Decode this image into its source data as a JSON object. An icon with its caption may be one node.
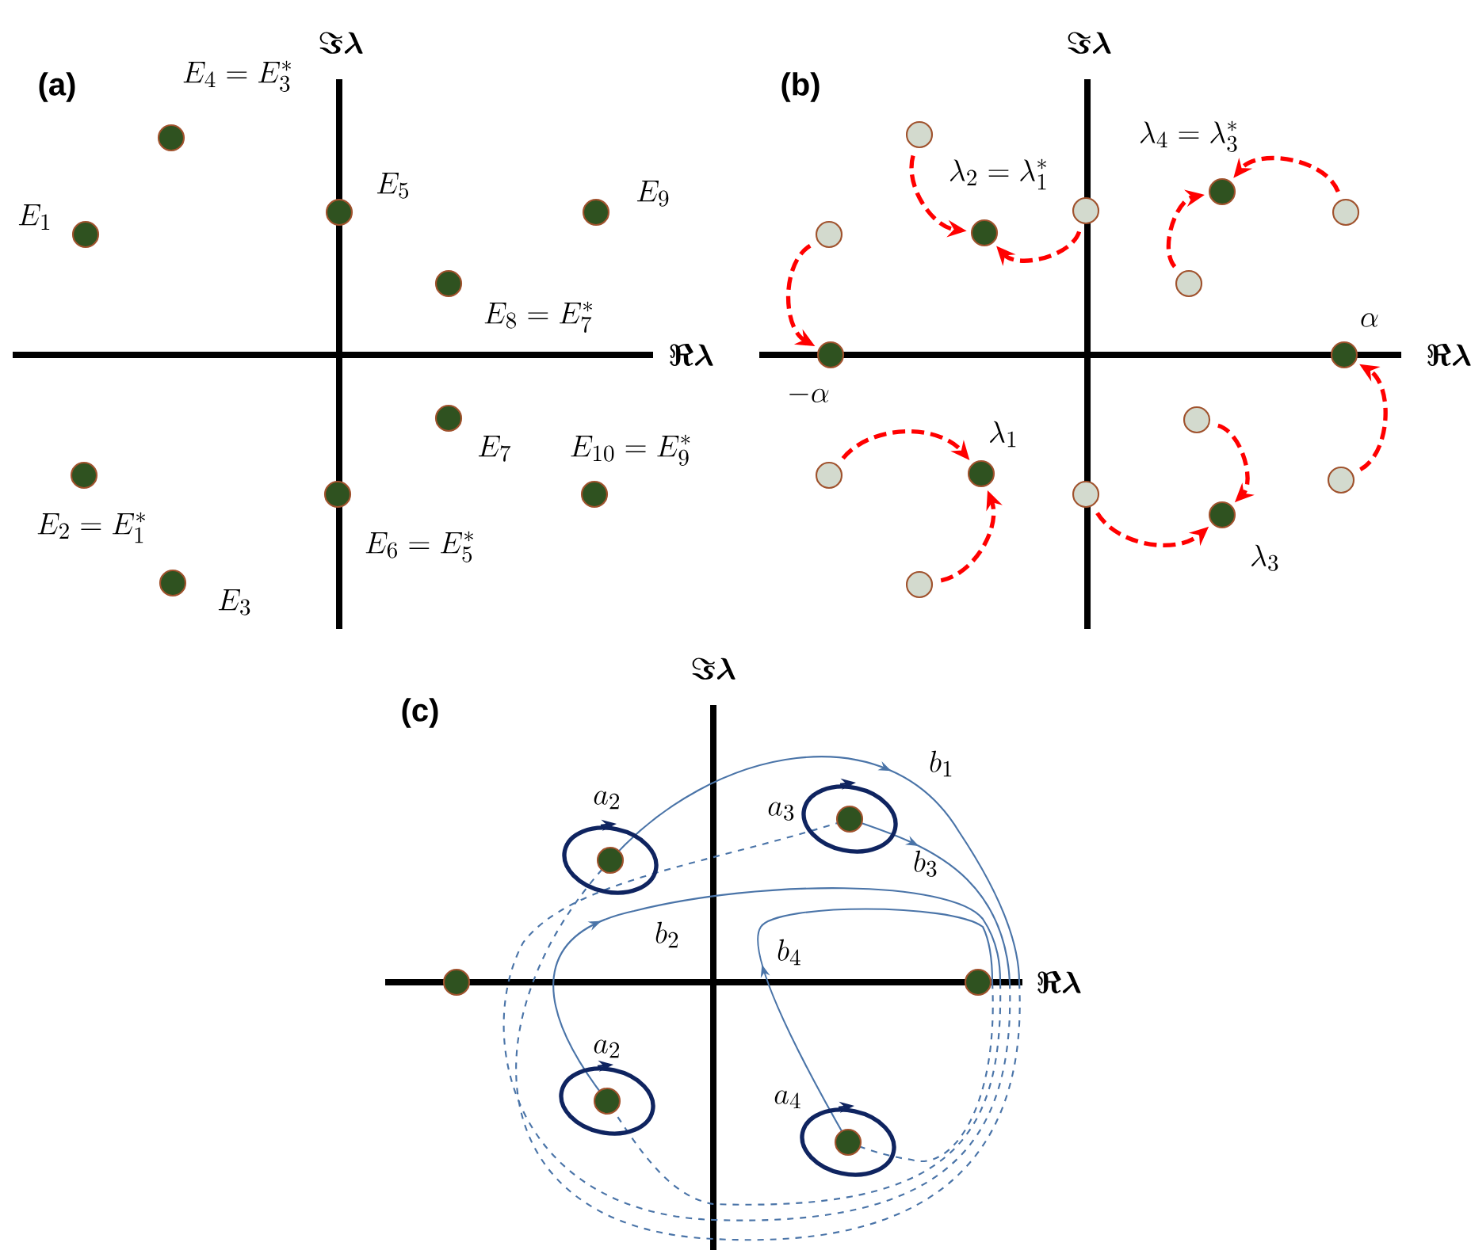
{
  "diagram": {
    "nodes": [
      {
        "text": [],
        "shape": "circle",
        "beside": [
          "E_1"
        ]
      },
      {
        "text": [],
        "shape": "circle",
        "beside": [
          "E_2 = E_1^*"
        ]
      },
      {
        "text": [],
        "shape": "circle",
        "beside": [
          "E_3"
        ]
      },
      {
        "text": [],
        "shape": "circle",
        "beside": [
          "E_4 = E_3^*"
        ]
      },
      {
        "text": [],
        "shape": "circle",
        "beside": [
          "E_5"
        ]
      },
      {
        "text": [],
        "shape": "circle",
        "beside": [
          "E_6 = E_5^*"
        ]
      },
      {
        "text": [],
        "shape": "circle",
        "beside": [
          "E_7"
        ]
      },
      {
        "text": [],
        "shape": "circle",
        "beside": [
          "E_8 = E_7^*"
        ]
      },
      {
        "text": [],
        "shape": "circle",
        "beside": [
          "E_9"
        ]
      },
      {
        "text": [],
        "shape": "circle",
        "beside": [
          "E_{10} = E_9^*"
        ]
      },
      {
        "text": [],
        "shape": "circle"
      },
      {
        "text": [],
        "shape": "circle",
        "beside": [
          "\\lambda_2 = \\lambda_1^*"
        ]
      },
      {
        "text": [],
        "shape": "circle"
      },
      {
        "text": [],
        "shape": "circle"
      },
      {
        "text": [],
        "shape": "circle",
        "beside": [
          "\\lambda_4 = \\lambda_3^*"
        ]
      },
      {
        "text": [],
        "shape": "circle"
      },
      {
        "text": [],
        "shape": "circle"
      },
      {
        "text": [],
        "shape": "circle",
        "beside": [
          "-\\alpha"
        ]
      },
      {
        "text": [],
        "shape": "circle",
        "beside": [
          "\\alpha"
        ]
      },
      {
        "text": [],
        "shape": "circle"
      },
      {
        "text": [],
        "shape": "circle"
      },
      {
        "text": [],
        "shape": "circle",
        "beside": [
          "\\lambda_1"
        ]
      },
      {
        "text": [],
        "shape": "circle"
      },
      {
        "text": [],
        "shape": "circle"
      },
      {
        "text": [],
        "shape": "circle",
        "beside": [
          "\\lambda_3"
        ]
      },
      {
        "text": [],
        "shape": "circle"
      },
      {
        "text": [],
        "shape": "circle"
      },
      {
        "text": [],
        "shape": "circle"
      },
      {
        "text": [],
        "shape": "circle"
      },
      {
        "text": [],
        "shape": "circle"
      },
      {
        "text": [],
        "shape": "circle"
      },
      {
        "text": [],
        "shape": "circle"
      }
    ],
    "edges": [
      {
        "from": 10,
        "to": 11,
        "arrow": "to",
        "style": "dashed"
      },
      {
        "from": 12,
        "to": 11,
        "arrow": "to",
        "style": "dashed"
      },
      {
        "from": 13,
        "to": 17,
        "arrow": "to",
        "style": "dashed"
      },
      {
        "from": 16,
        "to": 14,
        "arrow": "to",
        "style": "dashed"
      },
      {
        "from": 15,
        "to": 14,
        "arrow": "to",
        "style": "dashed"
      },
      {
        "from": 19,
        "to": 21,
        "arrow": "to",
        "style": "dashed"
      },
      {
        "from": 23,
        "to": 21,
        "arrow": "to",
        "style": "dashed"
      },
      {
        "from": 20,
        "to": 24,
        "arrow": "to",
        "style": "dashed"
      },
      {
        "from": 22,
        "to": 24,
        "arrow": "to",
        "style": "dashed"
      },
      {
        "from": 25,
        "to": 18,
        "arrow": "to",
        "style": "dashed"
      }
    ],
    "labels": [
      "(a)",
      "\\boldsymbol{\\Im\\lambda}",
      "\\boldsymbol{\\Re\\lambda}",
      "(b)",
      "\\boldsymbol{\\Im\\lambda}",
      "\\boldsymbol{\\Re\\lambda}",
      "\\boldsymbol{\\Im\\lambda}",
      "(c)",
      "b_1",
      "a_2",
      "a_3",
      "b_3",
      "b_2",
      "b_4",
      "\\boldsymbol{\\Re\\lambda}",
      "a_2",
      "a_4"
    ]
  }
}
